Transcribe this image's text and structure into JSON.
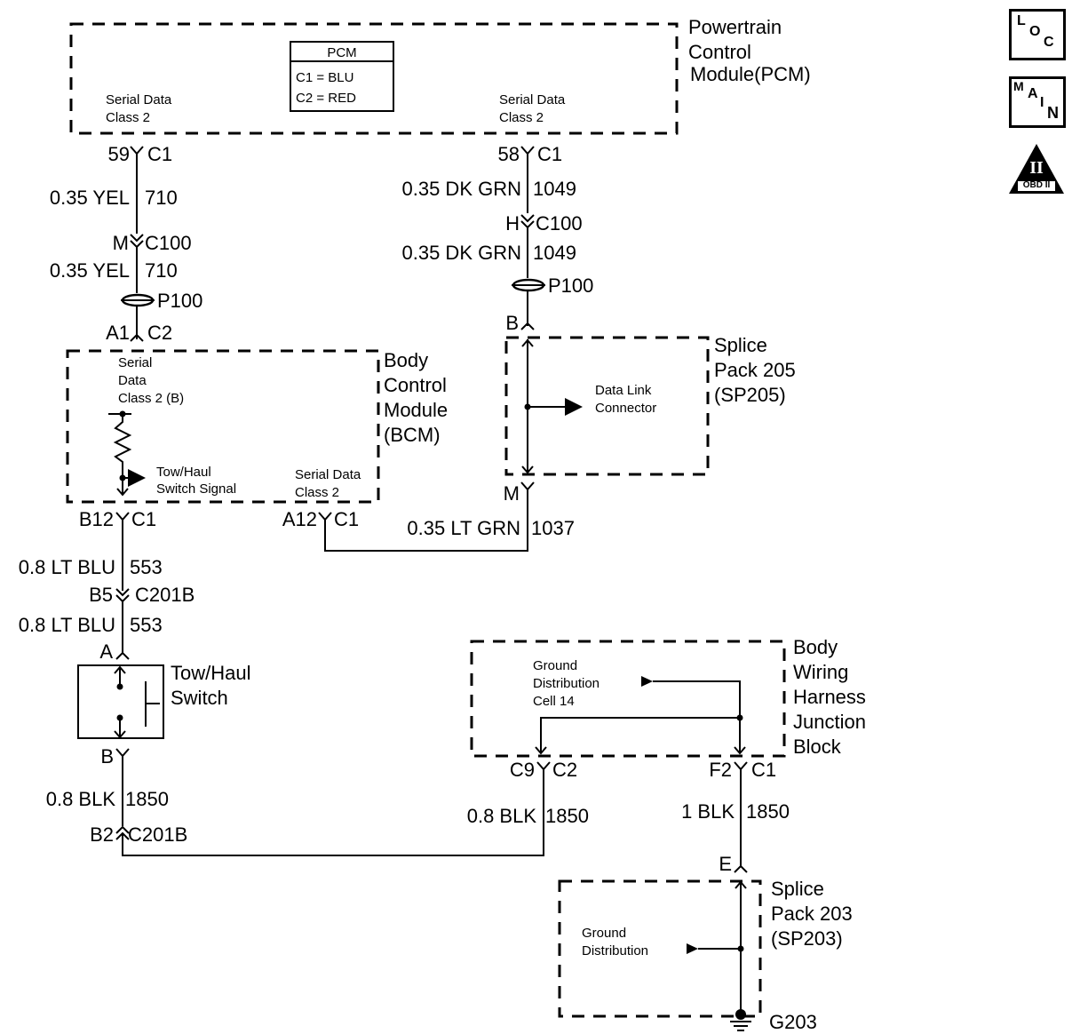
{
  "pcm": {
    "title_lines": [
      "Powertrain",
      "Control",
      "Module(PCM)"
    ],
    "legend_title": "PCM",
    "legend_c1": "C1 = BLU",
    "legend_c2": "C2 = RED",
    "left_label": [
      "Serial Data",
      "Class 2"
    ],
    "right_label": [
      "Serial Data",
      "Class 2"
    ]
  },
  "icons": {
    "loc": [
      "L",
      "O",
      "C"
    ],
    "main": [
      "M",
      "A",
      "I",
      "N"
    ],
    "obd": {
      "numeral": "II",
      "label": "OBD II"
    }
  },
  "left_chain": {
    "pcm_pin": "59",
    "pcm_conn": "C1",
    "wire1_color": "0.35 YEL",
    "wire1_circuit": "710",
    "c100_pin": "M",
    "c100": "C100",
    "wire2_color": "0.35 YEL",
    "wire2_circuit": "710",
    "p100": "P100",
    "bcm_pin": "A1",
    "bcm_conn": "C2"
  },
  "right_chain": {
    "pcm_pin": "58",
    "pcm_conn": "C1",
    "wire1_color": "0.35 DK GRN",
    "wire1_circuit": "1049",
    "c100_pin": "H",
    "c100": "C100",
    "wire2_color": "0.35 DK GRN",
    "wire2_circuit": "1049",
    "p100": "P100",
    "sp_pin_top": "B",
    "sp_pin_bottom": "M",
    "wire3_color": "0.35 LT GRN",
    "wire3_circuit": "1037"
  },
  "bcm": {
    "title_lines": [
      "Body",
      "Control",
      "Module",
      "(BCM)"
    ],
    "serial_b_lines": [
      "Serial",
      "Data",
      "Class 2 (B)"
    ],
    "towhaul_lines": [
      "Tow/Haul",
      "Switch Signal"
    ],
    "serial_lines": [
      "Serial Data",
      "Class 2"
    ],
    "b12_pin": "B12",
    "b12_conn": "C1",
    "a12_pin": "A12",
    "a12_conn": "C1"
  },
  "sp205": {
    "title_lines": [
      "Splice",
      "Pack 205",
      "(SP205)"
    ],
    "dlc_lines": [
      "Data Link",
      "Connector"
    ]
  },
  "towhaul_chain": {
    "wire1_color": "0.8 LT BLU",
    "wire1_circuit": "553",
    "c201_pin": "B5",
    "c201": "C201B",
    "wire2_color": "0.8 LT BLU",
    "wire2_circuit": "553",
    "switch_pin_a": "A",
    "switch_title_lines": [
      "Tow/Haul",
      "Switch"
    ],
    "switch_pin_b": "B",
    "wire3_color": "0.8 BLK",
    "wire3_circuit": "1850",
    "c201b_pin": "B2",
    "c201b": "C201B"
  },
  "junction_block": {
    "title_lines": [
      "Body",
      "Wiring",
      "Harness",
      "Junction",
      "Block"
    ],
    "ground_lines": [
      "Ground",
      "Distribution",
      "Cell 14"
    ],
    "c9_pin": "C9",
    "c9_conn": "C2",
    "f2_pin": "F2",
    "f2_conn": "C1",
    "c9_wire_color": "0.8 BLK",
    "c9_wire_circuit": "1850",
    "f2_wire_color": "1 BLK",
    "f2_wire_circuit": "1850"
  },
  "sp203": {
    "pin_e": "E",
    "title_lines": [
      "Splice",
      "Pack 203",
      "(SP203)"
    ],
    "ground_lines": [
      "Ground",
      "Distribution"
    ],
    "ground_id": "G203"
  }
}
